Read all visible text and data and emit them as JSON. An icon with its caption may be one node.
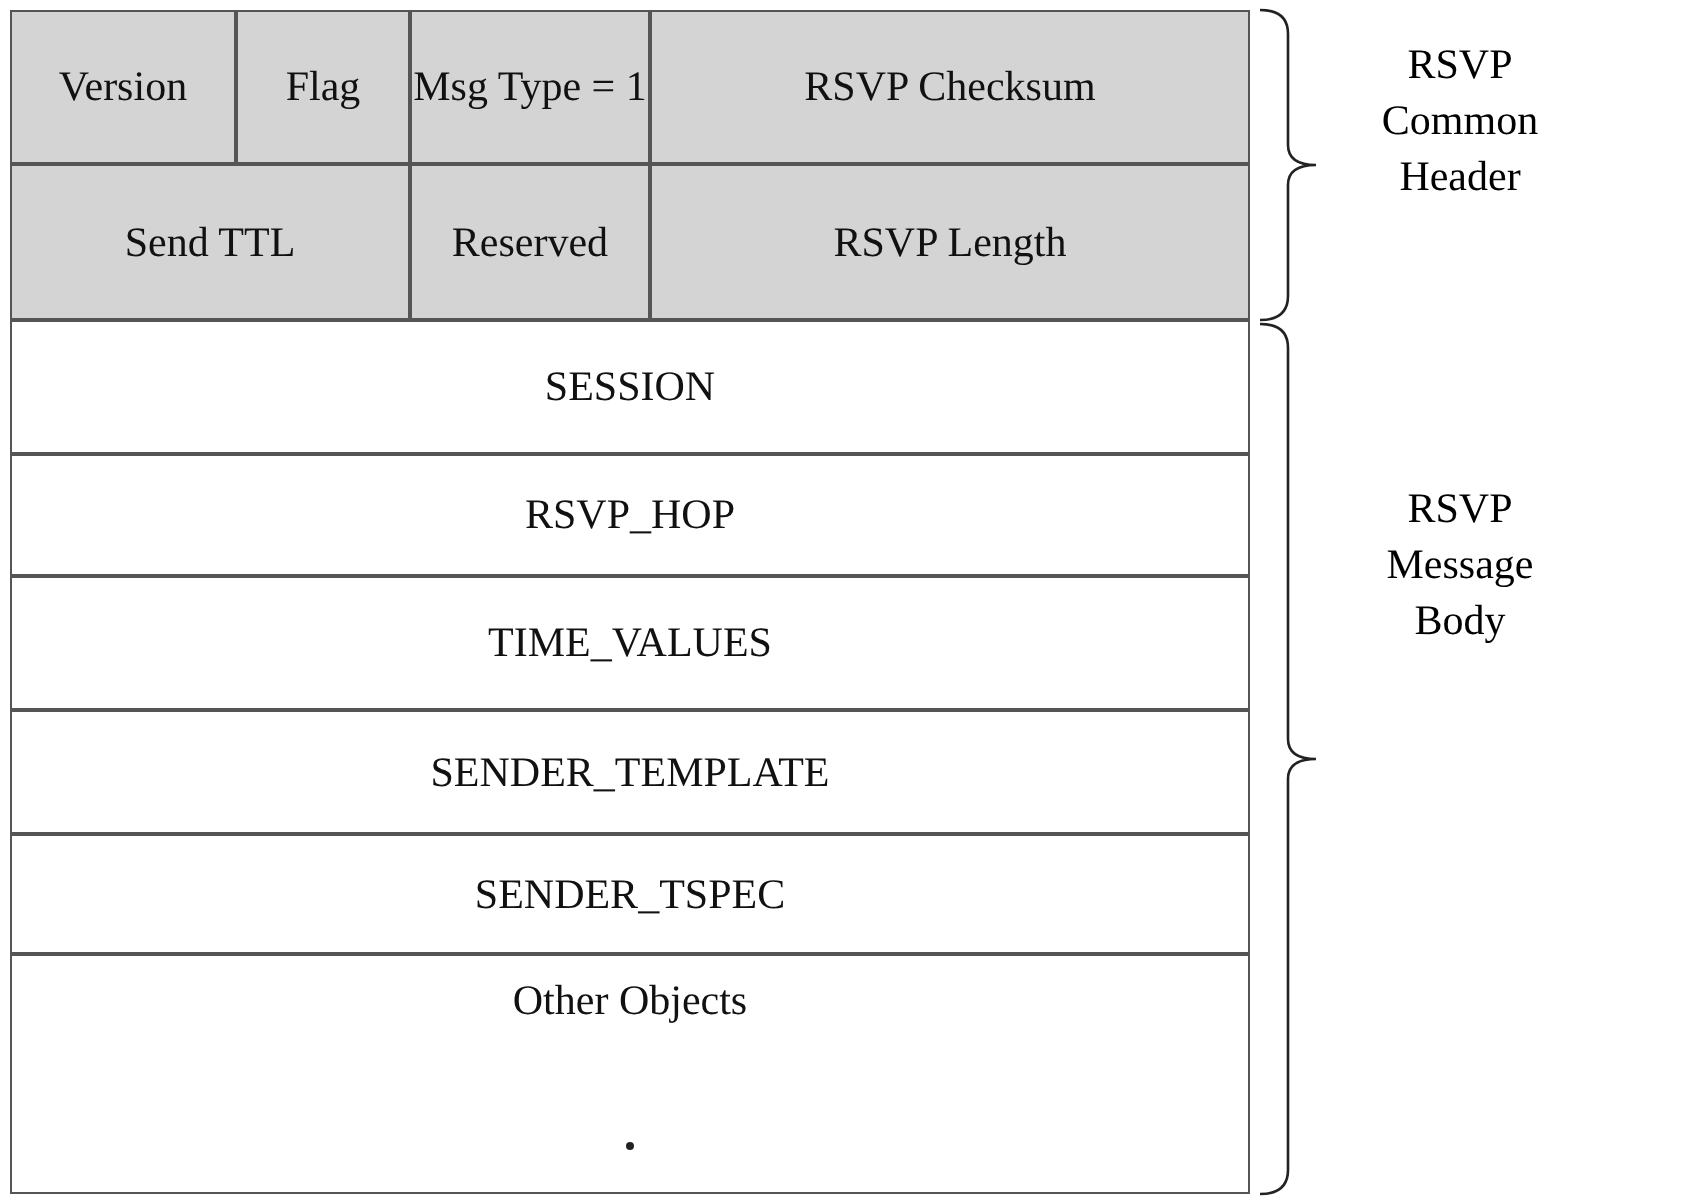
{
  "diagram": {
    "labels": [
      "Version",
      "Flag",
      "Msg Type = 1",
      "RSVP Checksum",
      "Send TTL",
      "Reserved",
      "RSVP Length",
      "SESSION",
      "RSVP_HOP",
      "TIME_VALUES",
      "SENDER_TEMPLATE",
      "SENDER_TSPEC",
      "Other Objects",
      "RSVP Common Header",
      "RSVP Message Body"
    ]
  }
}
